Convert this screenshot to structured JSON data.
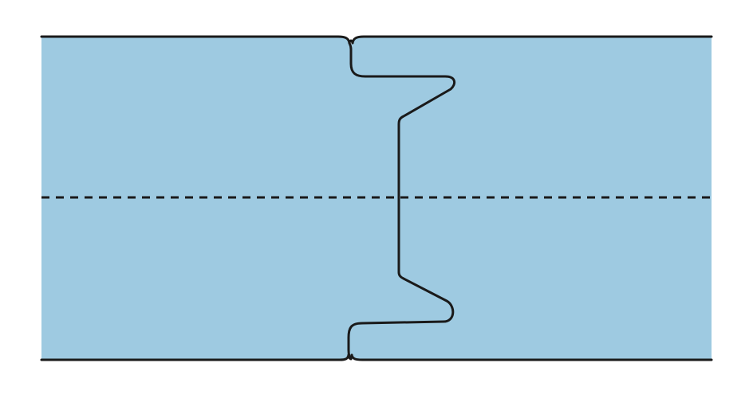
{
  "diagram": {
    "type": "panel-joint-cross-section",
    "panel_count": 2,
    "joint_type": "tongue-and-groove",
    "centerline": "dashed",
    "colors": {
      "background": "#ffffff",
      "panel_fill": "#9ecae1",
      "outline": "#1a1a1a",
      "centerline": "#1a1a1a"
    }
  }
}
